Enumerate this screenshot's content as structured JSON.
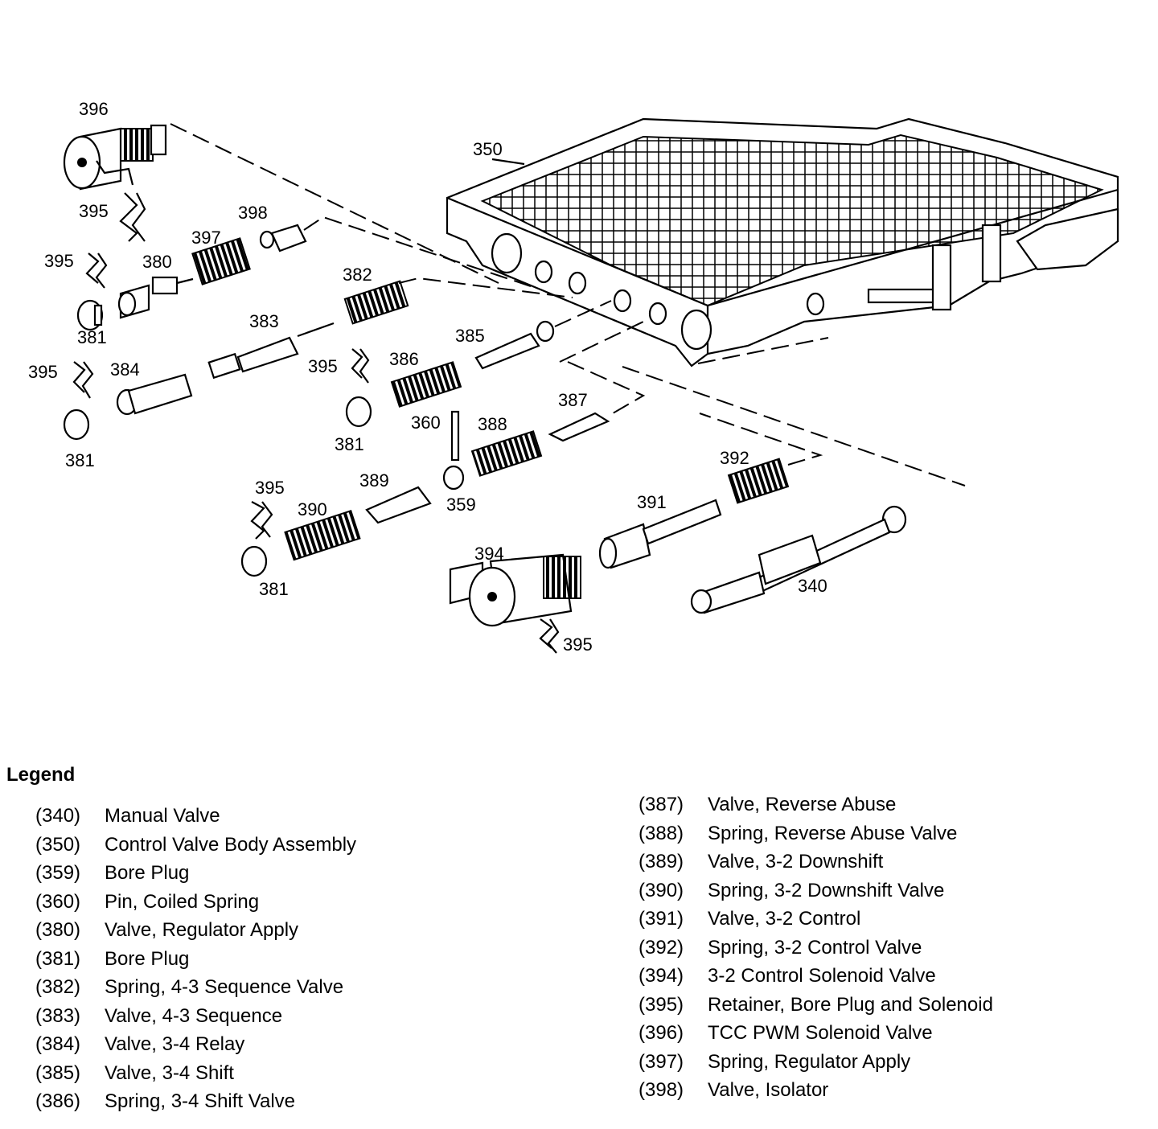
{
  "diagram": {
    "callouts": {
      "c396": "396",
      "c350": "350",
      "c395a": "395",
      "c398": "398",
      "c397": "397",
      "c395b": "395",
      "c380": "380",
      "c381a": "381",
      "c382": "382",
      "c383": "383",
      "c385": "385",
      "c395c": "395",
      "c384": "384",
      "c395d": "395",
      "c386": "386",
      "c381b": "381",
      "c381c": "381",
      "c360": "360",
      "c388": "388",
      "c387": "387",
      "c389": "389",
      "c359": "359",
      "c395e": "395",
      "c390": "390",
      "c392": "392",
      "c391": "391",
      "c381d": "381",
      "c394": "394",
      "c340": "340",
      "c395f": "395"
    }
  },
  "legend": {
    "title": "Legend",
    "left": [
      {
        "code": "(340)",
        "label": "Manual Valve"
      },
      {
        "code": "(350)",
        "label": "Control Valve Body Assembly"
      },
      {
        "code": "(359)",
        "label": "Bore Plug"
      },
      {
        "code": "(360)",
        "label": "Pin, Coiled Spring"
      },
      {
        "code": "(380)",
        "label": "Valve, Regulator Apply"
      },
      {
        "code": "(381)",
        "label": "Bore Plug"
      },
      {
        "code": "(382)",
        "label": "Spring, 4-3 Sequence Valve"
      },
      {
        "code": "(383)",
        "label": "Valve, 4-3 Sequence"
      },
      {
        "code": "(384)",
        "label": "Valve, 3-4 Relay"
      },
      {
        "code": "(385)",
        "label": "Valve, 3-4 Shift"
      },
      {
        "code": "(386)",
        "label": "Spring, 3-4 Shift Valve"
      }
    ],
    "right": [
      {
        "code": "(387)",
        "label": "Valve, Reverse Abuse"
      },
      {
        "code": "(388)",
        "label": "Spring, Reverse Abuse Valve"
      },
      {
        "code": "(389)",
        "label": "Valve, 3-2 Downshift"
      },
      {
        "code": "(390)",
        "label": "Spring, 3-2 Downshift Valve"
      },
      {
        "code": "(391)",
        "label": "Valve, 3-2 Control"
      },
      {
        "code": "(392)",
        "label": "Spring, 3-2 Control Valve"
      },
      {
        "code": "(394)",
        "label": "3-2 Control Solenoid Valve"
      },
      {
        "code": "(395)",
        "label": "Retainer, Bore Plug and Solenoid"
      },
      {
        "code": "(396)",
        "label": "TCC PWM Solenoid Valve"
      },
      {
        "code": "(397)",
        "label": "Spring, Regulator Apply"
      },
      {
        "code": "(398)",
        "label": "Valve, Isolator"
      }
    ]
  }
}
